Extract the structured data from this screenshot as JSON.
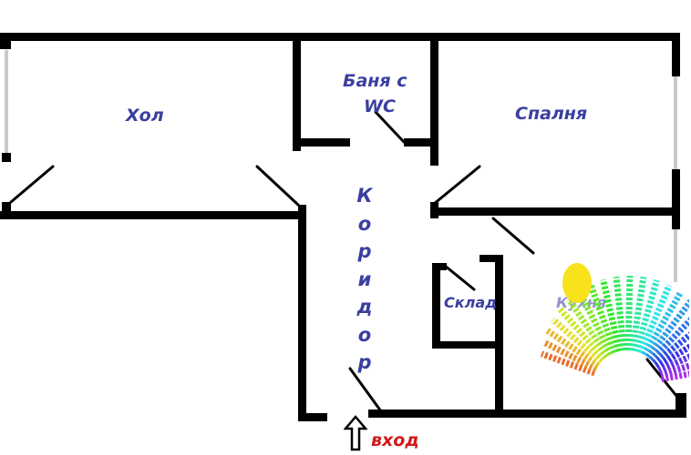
{
  "rooms": {
    "hall": "Хол",
    "bathroom_line1": "Баня с",
    "bathroom_line2": "WC",
    "bedroom": "Спалня",
    "storage": "Склад",
    "kitchen": "Кухня"
  },
  "corridor": {
    "letters": [
      "К",
      "о",
      "р",
      "и",
      "д",
      "о",
      "р"
    ]
  },
  "entrance": {
    "label": "вход",
    "icon": "up-arrow-outline-icon"
  },
  "watermark": {
    "icon": "rainbow-fan-logo-icon"
  },
  "colors": {
    "walls": "#000000",
    "room_labels": "#3a3fa0",
    "entrance_label": "#d11a1a",
    "window": "#c9c9c9"
  }
}
